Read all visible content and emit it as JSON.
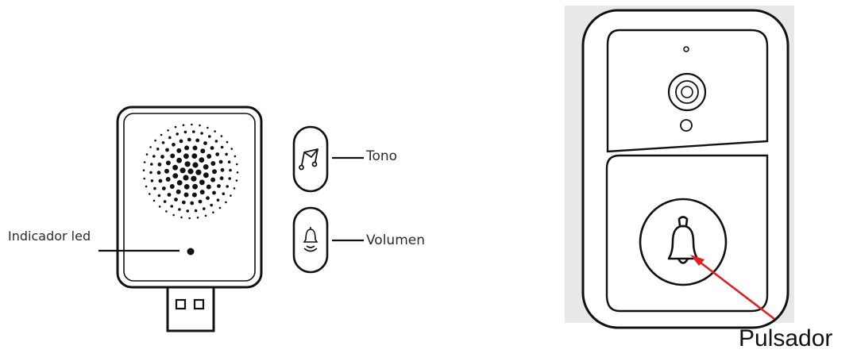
{
  "labels": {
    "led_indicator": "Indicador led",
    "tone": "Tono",
    "volume": "Volumen",
    "button": "Pulsador"
  },
  "colors": {
    "ink": "#111111",
    "arrow": "#e02020",
    "background": "#ffffff"
  },
  "icons": {
    "tone_button": "music-note-icon",
    "volume_button": "bell-ringing-icon",
    "doorbell_button": "bell-icon"
  }
}
